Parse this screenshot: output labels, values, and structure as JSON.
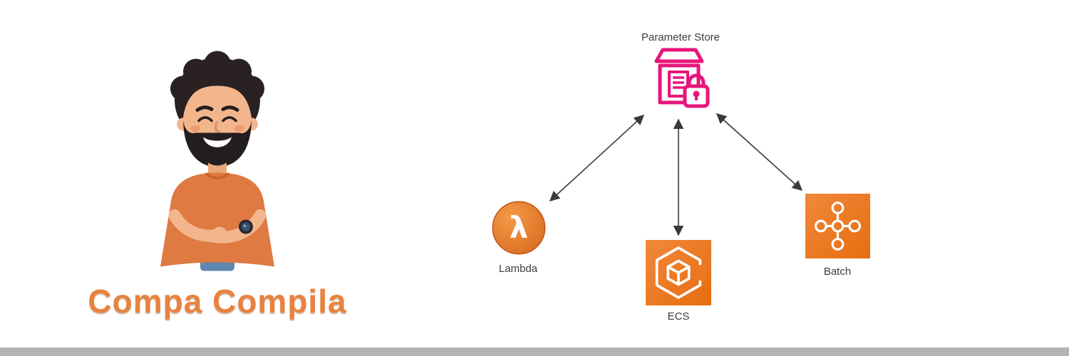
{
  "brand": {
    "title": "Compa Compila",
    "color": "#E8823E"
  },
  "diagram": {
    "nodes": [
      {
        "id": "parameter-store",
        "label": "Parameter Store",
        "icon": "parameter-store-icon",
        "color": "#E7157B"
      },
      {
        "id": "lambda",
        "label": "Lambda",
        "icon": "lambda-icon",
        "color": "#E07626"
      },
      {
        "id": "ecs",
        "label": "ECS",
        "icon": "ecs-icon",
        "color": "#ED7100"
      },
      {
        "id": "batch",
        "label": "Batch",
        "icon": "batch-icon",
        "color": "#ED7100"
      }
    ],
    "edges": [
      {
        "from": "parameter-store",
        "to": "lambda",
        "style": "double-arrow"
      },
      {
        "from": "parameter-store",
        "to": "ecs",
        "style": "double-arrow"
      },
      {
        "from": "parameter-store",
        "to": "batch",
        "style": "double-arrow"
      }
    ],
    "arrow_color": "#3A3A3A"
  },
  "footer": {
    "divider_color": "#B3B3B3"
  }
}
